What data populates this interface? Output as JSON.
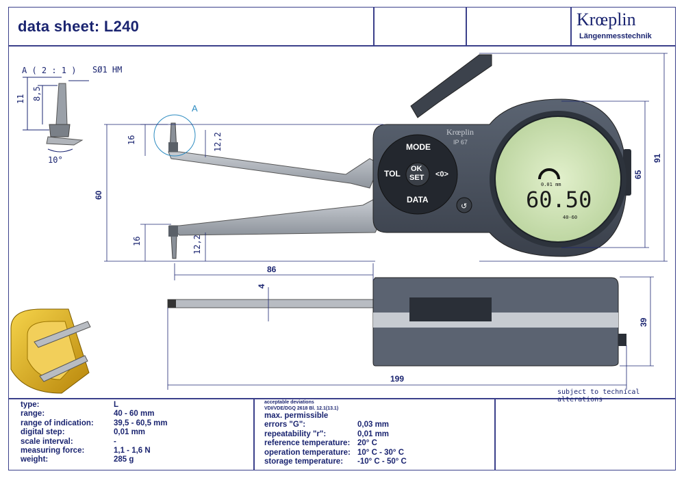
{
  "header": {
    "title": "data sheet:  L240",
    "brand": "Krœplin",
    "brand_sub": "Längenmesstechnik"
  },
  "detail": {
    "label": "A ( 2 : 1 )",
    "tip": "SØ1 HM",
    "dims": [
      "11",
      "8,5",
      "10°"
    ]
  },
  "drawing": {
    "callout": "A",
    "dims": {
      "upper_16": "16",
      "upper_12_2": "12,2",
      "height_60": "60",
      "lower_16": "16",
      "lower_12_2": "12,2",
      "length_86": "86",
      "height_65": "65",
      "height_91": "91",
      "thickness_4": "4",
      "height_39": "39",
      "length_199": "199"
    }
  },
  "device": {
    "brand": "Krœplin",
    "ip": "IP 67",
    "buttons": {
      "mode": "MODE",
      "tol": "TOL",
      "ok": "OK",
      "set": "SET",
      "zero": "<0>",
      "data": "DATA"
    },
    "display": {
      "value": "60.50",
      "step": "0.01 mm",
      "range": "40-60"
    }
  },
  "note": "subject to technical alterations",
  "specs_left": {
    "labels": [
      "type:",
      "range:",
      "range of indication:",
      "digital step:",
      "scale interval:",
      "measuring force:",
      "weight:"
    ],
    "values": [
      "L",
      "40 - 60 mm",
      "39,5 - 60,5 mm",
      "0,01 mm",
      "-",
      "1,1 - 1,6 N",
      "285 g"
    ]
  },
  "specs_right": {
    "small1": "acceptable deviations",
    "small2": "VDI/VDE/DGQ 2618 Bl. 12.1(13.1)",
    "labels": [
      "max. permissible",
      "errors \"G\":",
      "repeatability \"r\":",
      "reference temperature:",
      "operation temperature:",
      "storage temperature:"
    ],
    "values": [
      "",
      "0,03 mm",
      "0,01 mm",
      "20° C",
      "10° C - 30° C",
      "-10° C - 50° C"
    ]
  },
  "colors": {
    "ink": "#1a2470",
    "body": "#4a5260",
    "lcd": "#cfe3b6",
    "gold": "#e0b020"
  }
}
